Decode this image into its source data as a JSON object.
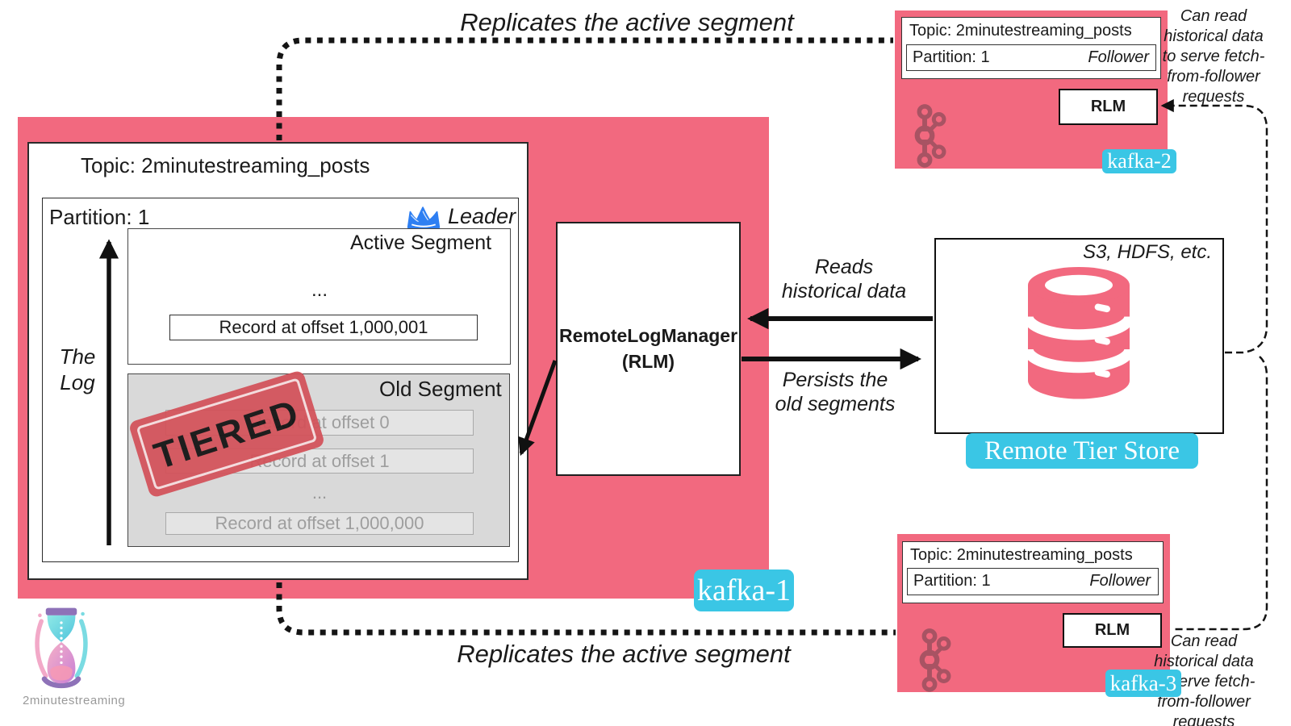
{
  "annotations": {
    "top": "Replicates the active segment",
    "bottom": "Replicates the active segment"
  },
  "kafka1": {
    "label": "kafka-1",
    "topic": "Topic: 2minutestreaming_posts",
    "partition": "Partition: 1",
    "role": "Leader",
    "log_label": "The\nLog",
    "active_segment": {
      "title": "Active Segment",
      "ellipsis": "...",
      "record": "Record at offset 1,000,001"
    },
    "old_segment": {
      "title": "Old Segment",
      "stamp": "TIERED",
      "records": [
        "Record at offset 0",
        "Record at offset 1",
        "...",
        "Record at offset 1,000,000"
      ]
    }
  },
  "rlm": {
    "line1": "RemoteLogManager",
    "line2": "(RLM)"
  },
  "flows": {
    "reads": "Reads\nhistorical data",
    "persists": "Persists the\nold segments"
  },
  "remote_store": {
    "corner_note": "S3, HDFS, etc.",
    "label": "Remote Tier Store"
  },
  "kafka2": {
    "label": "kafka-2",
    "topic": "Topic: 2minutestreaming_posts",
    "partition": "Partition: 1",
    "role": "Follower",
    "rlm": "RLM",
    "note": "Can read\nhistorical data\nto serve fetch-\nfrom-follower\nrequests"
  },
  "kafka3": {
    "label": "kafka-3",
    "topic": "Topic: 2minutestreaming_posts",
    "partition": "Partition: 1",
    "role": "Follower",
    "rlm": "RLM",
    "note": "Can read\nhistorical data\nto serve fetch-\nfrom-follower\nrequests"
  },
  "logo": {
    "text": "2minutestreaming"
  },
  "colors": {
    "pink": "#F2697F",
    "cyan": "#3AC6E5",
    "kafka_icon": "#A85363",
    "crown_blue": "#2E7FF2",
    "stamp_red": "#D35159"
  }
}
